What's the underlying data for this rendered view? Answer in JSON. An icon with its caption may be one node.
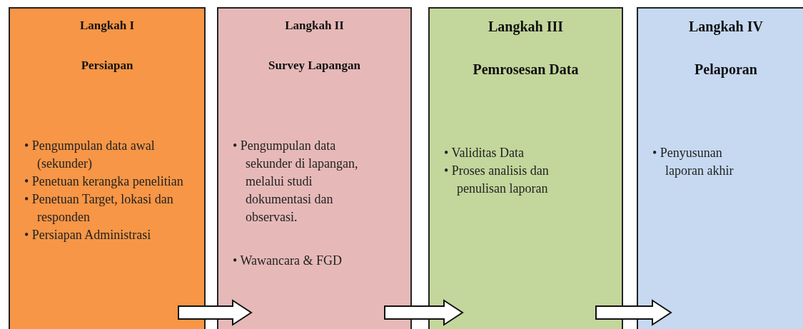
{
  "diagram": {
    "nodes": [
      {
        "text": [
          "Langkah I",
          "Persiapan",
          "• Pengumpulan data awal (sekunder)",
          "• Penetuan kerangka penelitian",
          "• Penetuan Target, lokasi dan responden",
          "• Persiapan Administrasi"
        ]
      },
      {
        "text": [
          "Langkah II",
          "Survey Lapangan",
          "• Pengumpulan data sekunder di lapangan, melalui studi dokumentasi dan observasi.",
          "• Wawancara & FGD"
        ]
      },
      {
        "text": [
          "Langkah III",
          "Pemrosesan Data",
          "• Validitas Data",
          "• Proses analisis dan penulisan laporan"
        ]
      },
      {
        "text": [
          "Langkah IV",
          "Pelaporan",
          "• Penyusunan laporan akhir"
        ]
      }
    ],
    "edges": [
      {
        "from": 0,
        "to": 1,
        "arrow": "to"
      },
      {
        "from": 1,
        "to": 2,
        "arrow": "to"
      },
      {
        "from": 2,
        "to": 3,
        "arrow": "to"
      }
    ]
  }
}
